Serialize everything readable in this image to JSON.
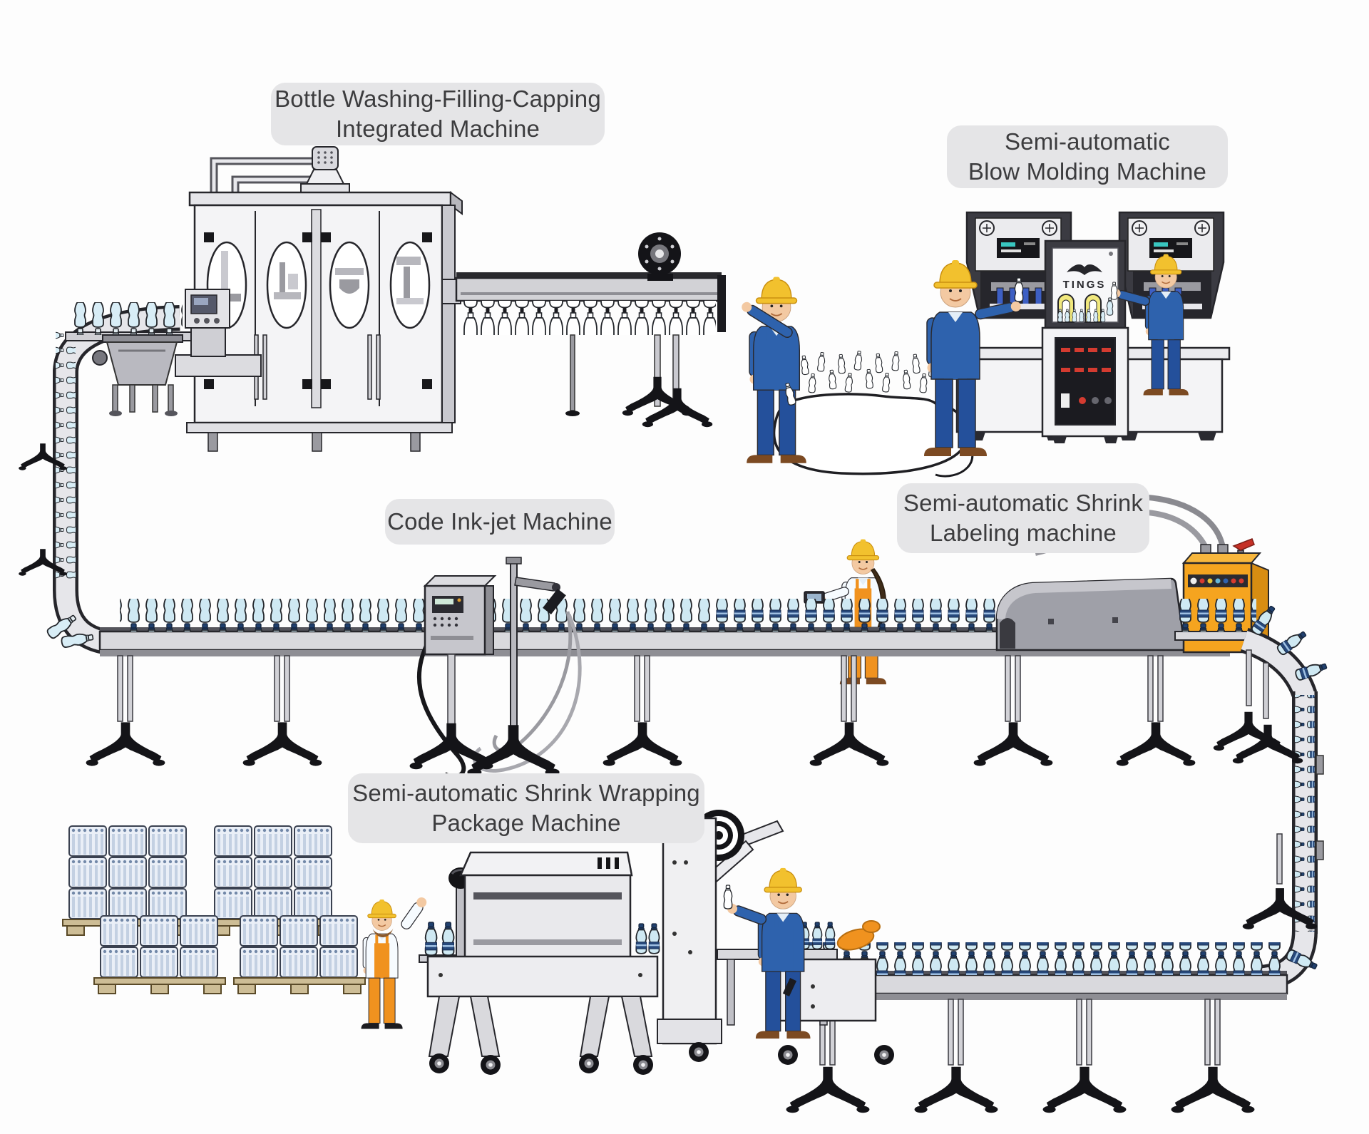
{
  "scene": {
    "title": "Bottled water production line illustration",
    "brand": "TINGS"
  },
  "callouts": {
    "filling": {
      "line1": "Bottle Washing-Filling-Capping",
      "line2": "Integrated Machine"
    },
    "blow": {
      "line1": "Semi-automatic",
      "line2": "Blow Molding Machine"
    },
    "inkjet": {
      "line1": "Code Ink-jet Machine"
    },
    "labeling": {
      "line1": "Semi-automatic Shrink",
      "line2": "Labeling machine"
    },
    "wrapping": {
      "line1": "Semi-automatic Shrink Wrapping",
      "line2": "Package Machine"
    }
  },
  "palette": {
    "callout_bg": "#e5e5e7",
    "callout_text": "#3c3c3e",
    "machine_light": "#f4f4f6",
    "machine_dark": "#3b3b42",
    "conveyor_belt": "#d9d9dd",
    "bottle_body": "#d8edf6",
    "bottle_cap_navy": "#20406e",
    "label_band_navy": "#27497c",
    "hard_hat_yellow": "#f2c12e",
    "worker_suit_blue": "#2e62ad",
    "worker_overall_orange": "#f0921f",
    "labeler_box_orange": "#f5a41f",
    "pallet_tan": "#cdbd96"
  }
}
